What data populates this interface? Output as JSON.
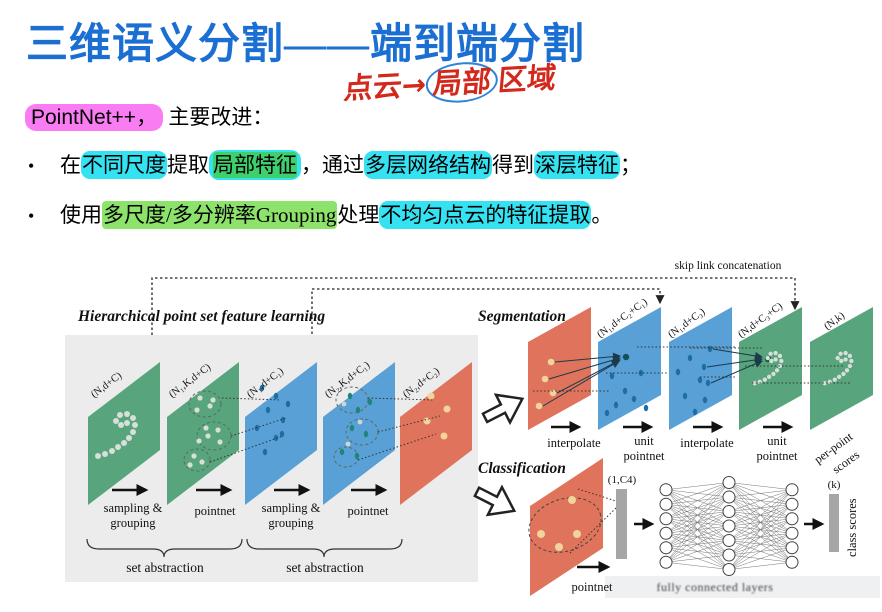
{
  "slide": {
    "title": "三维语义分割——端到端分割",
    "annotation_part1": "点云→",
    "annotation_circled": "局部",
    "annotation_part2": "区域",
    "intro_highlight": "PointNet++，",
    "intro_rest": "主要改进：",
    "bullet_char": "•",
    "bullet1": {
      "s0": "在",
      "s1": "不同尺度",
      "s2": "提取",
      "s3": "局部特征",
      "s4": "，通过",
      "s5": "多层网络结构",
      "s6": "得到",
      "s7": "深层特征",
      "s8": "；"
    },
    "bullet2": {
      "s0": "使用",
      "s1": "多尺度/多分辨率Grouping",
      "s2": "处理",
      "s3": "不均匀点云的特征提取",
      "s4": "。"
    }
  },
  "figure": {
    "skip_label": "skip link concatenation",
    "hier_title": "Hierarchical point set feature learning",
    "seg_title": "Segmentation",
    "cls_title": "Classification",
    "plane_labels": [
      "(N,d+C)",
      "(N₁,K,d+C)",
      "(N₁,d+C₁)",
      "(N₂,K,d+C₁)",
      "(N₂,d+C₂)"
    ],
    "seg_plane_labels": [
      "(N₁,d+C₂+C₁)",
      "(N₁,d+C₃)",
      "(N,d+C₃+C)",
      "(N,k)"
    ],
    "op_sampling_a": "sampling &",
    "op_sampling_b": "grouping",
    "op_pointnet": "pointnet",
    "set_abstraction": "set abstraction",
    "op_interpolate": "interpolate",
    "op_unit_a": "unit",
    "op_unit_b": "pointnet",
    "per_point_a": "per-point",
    "per_point_b": "scores",
    "cls_in_dim": "(1,C4)",
    "cls_out_dim": "(k)",
    "cls_pointnet": "pointnet",
    "cls_fc": "fully connected layers",
    "cls_scores": "class scores"
  },
  "colors": {
    "title_blue": "#1c6fd2",
    "highlight_cyan": "#35e2f2",
    "highlight_pink": "#fa7cf2",
    "highlight_green": "#3ed06c",
    "highlight_green_light": "#8ce26a",
    "annotation_red": "#d3281c",
    "annotation_circle_blue": "#2f83d9",
    "plane_green": "#57a47d",
    "plane_blue": "#58a0d6",
    "plane_red": "#e0735b",
    "panel_gray": "#ececec"
  }
}
